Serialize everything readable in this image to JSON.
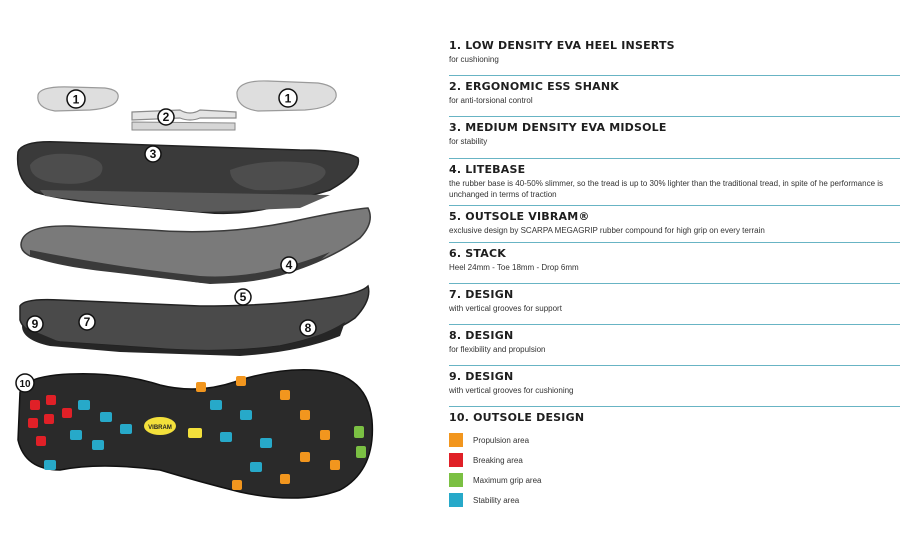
{
  "specs": [
    {
      "title": "1. LOW DENSITY EVA HEEL INSERTS",
      "desc": "for cushioning"
    },
    {
      "title": "2. ERGONOMIC ESS SHANK",
      "desc": "for anti-torsional control"
    },
    {
      "title": "3. MEDIUM DENSITY EVA MIDSOLE",
      "desc": "for stability"
    },
    {
      "title": "4. LITEBASE",
      "desc": "the rubber base is 40-50% slimmer, so the tread is up to 30% lighter than the traditional tread, in spite of he performance is unchanged in terms of traction"
    },
    {
      "title": "5. OUTSOLE VIBRAM®",
      "desc": "exclusive design by SCARPA MEGAGRIP rubber compound for high grip on every terrain"
    },
    {
      "title": "6. STACK",
      "desc": "Heel 24mm - Toe 18mm - Drop 6mm"
    },
    {
      "title": "7. DESIGN",
      "desc": "with vertical grooves for support"
    },
    {
      "title": "8. DESIGN",
      "desc": "for flexibility and propulsion"
    },
    {
      "title": "9. DESIGN",
      "desc": "with vertical grooves for cushioning"
    },
    {
      "title": "10. OUTSOLE DESIGN",
      "desc": ""
    }
  ],
  "legend": [
    {
      "label": "Propulsion area",
      "color": "#f2961e"
    },
    {
      "label": "Breaking area",
      "color": "#e02027"
    },
    {
      "label": "Maximum grip area",
      "color": "#7bc043"
    },
    {
      "label": "Stability area",
      "color": "#27a9c9"
    }
  ],
  "callouts": [
    "1",
    "1",
    "2",
    "3",
    "4",
    "5",
    "9",
    "7",
    "8",
    "10"
  ],
  "vibram_mark": "VIBRAM"
}
